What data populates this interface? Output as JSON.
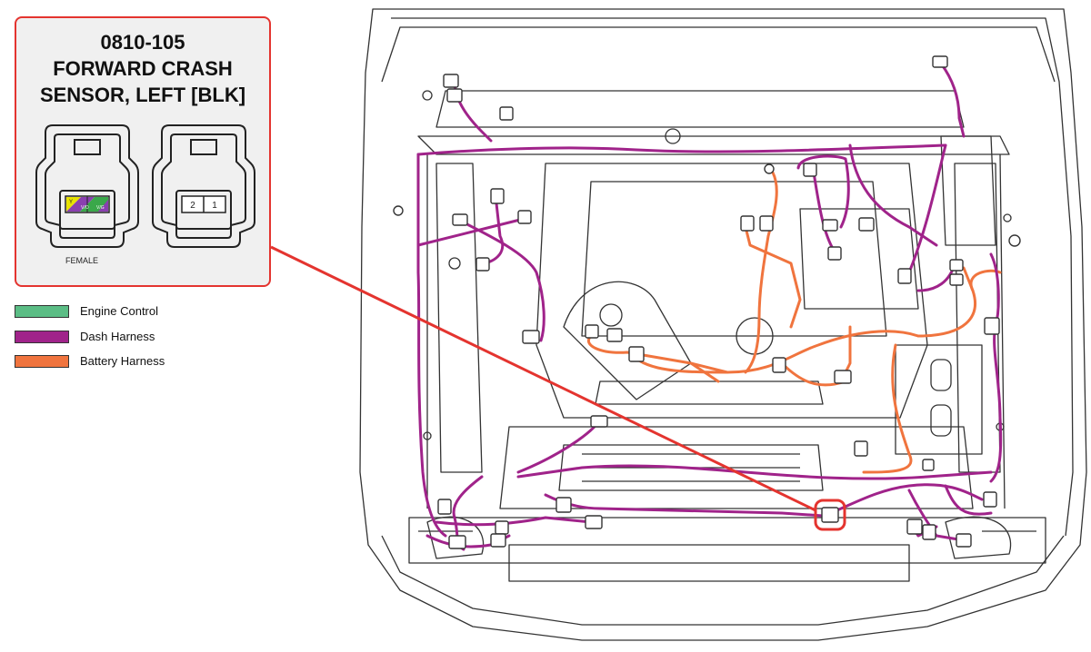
{
  "connector": {
    "part_number": "0810-105",
    "name_line1": "FORWARD CRASH",
    "name_line2": "SENSOR, LEFT [BLK]",
    "gender_label": "FEMALE",
    "pin_labels": [
      "2",
      "1"
    ],
    "female_pin_marks": [
      "Y",
      "V/O",
      "V/G"
    ]
  },
  "legend": [
    {
      "label": "Engine Control",
      "color": "#5bbd85"
    },
    {
      "label": "Dash Harness",
      "color": "#a0238a"
    },
    {
      "label": "Battery Harness",
      "color": "#f0743e"
    }
  ],
  "colors": {
    "highlight": "#e4342f",
    "dash_wire": "#a0238a",
    "battery_wire": "#f0743e",
    "outline": "#333333"
  }
}
